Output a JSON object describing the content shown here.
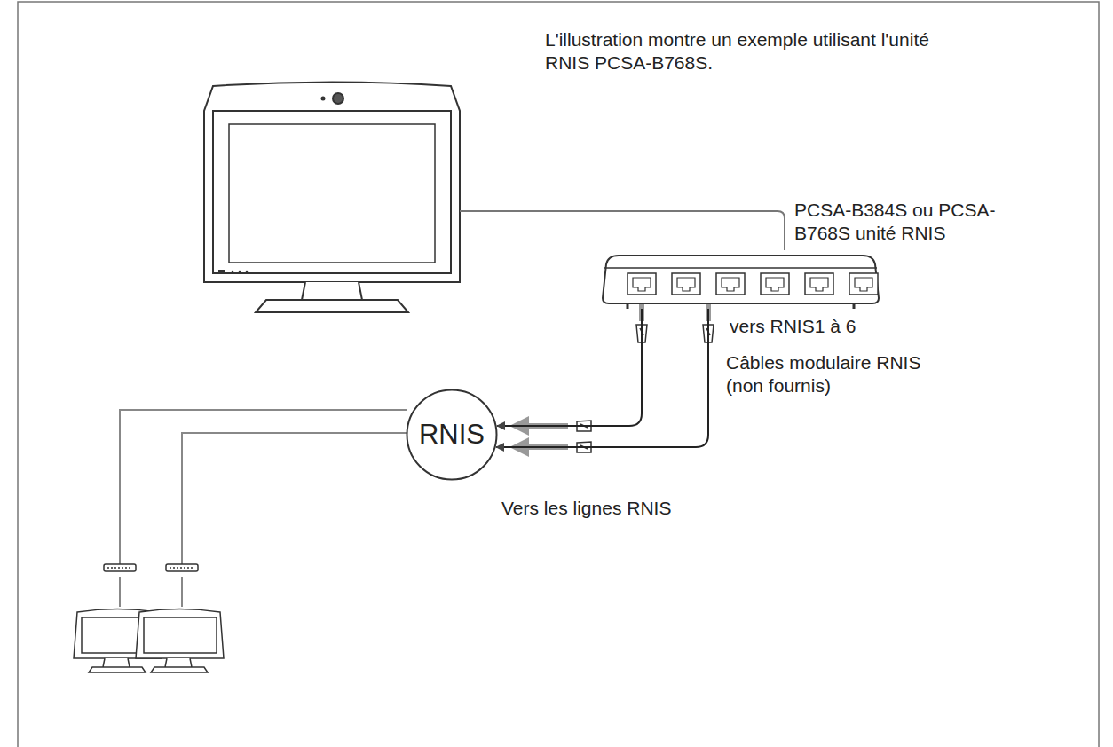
{
  "diagram": {
    "nodes": [
      {
        "text": [
          "RNIS"
        ]
      },
      {
        "text": [
          "PCSA-B384S ou PCSA-B768S unité RNIS"
        ]
      }
    ],
    "edges": [
      {
        "from": 1,
        "to": 0,
        "arrow": "to"
      },
      {
        "from": 1,
        "to": 0,
        "arrow": "to"
      }
    ],
    "labels": [
      "L'illustration montre un exemple utilisant l'unité RNIS PCSA-B768S.",
      "vers RNIS1 à 6",
      "Câbles modulaire RNIS (non fournis)",
      "Vers les lignes RNIS"
    ]
  }
}
